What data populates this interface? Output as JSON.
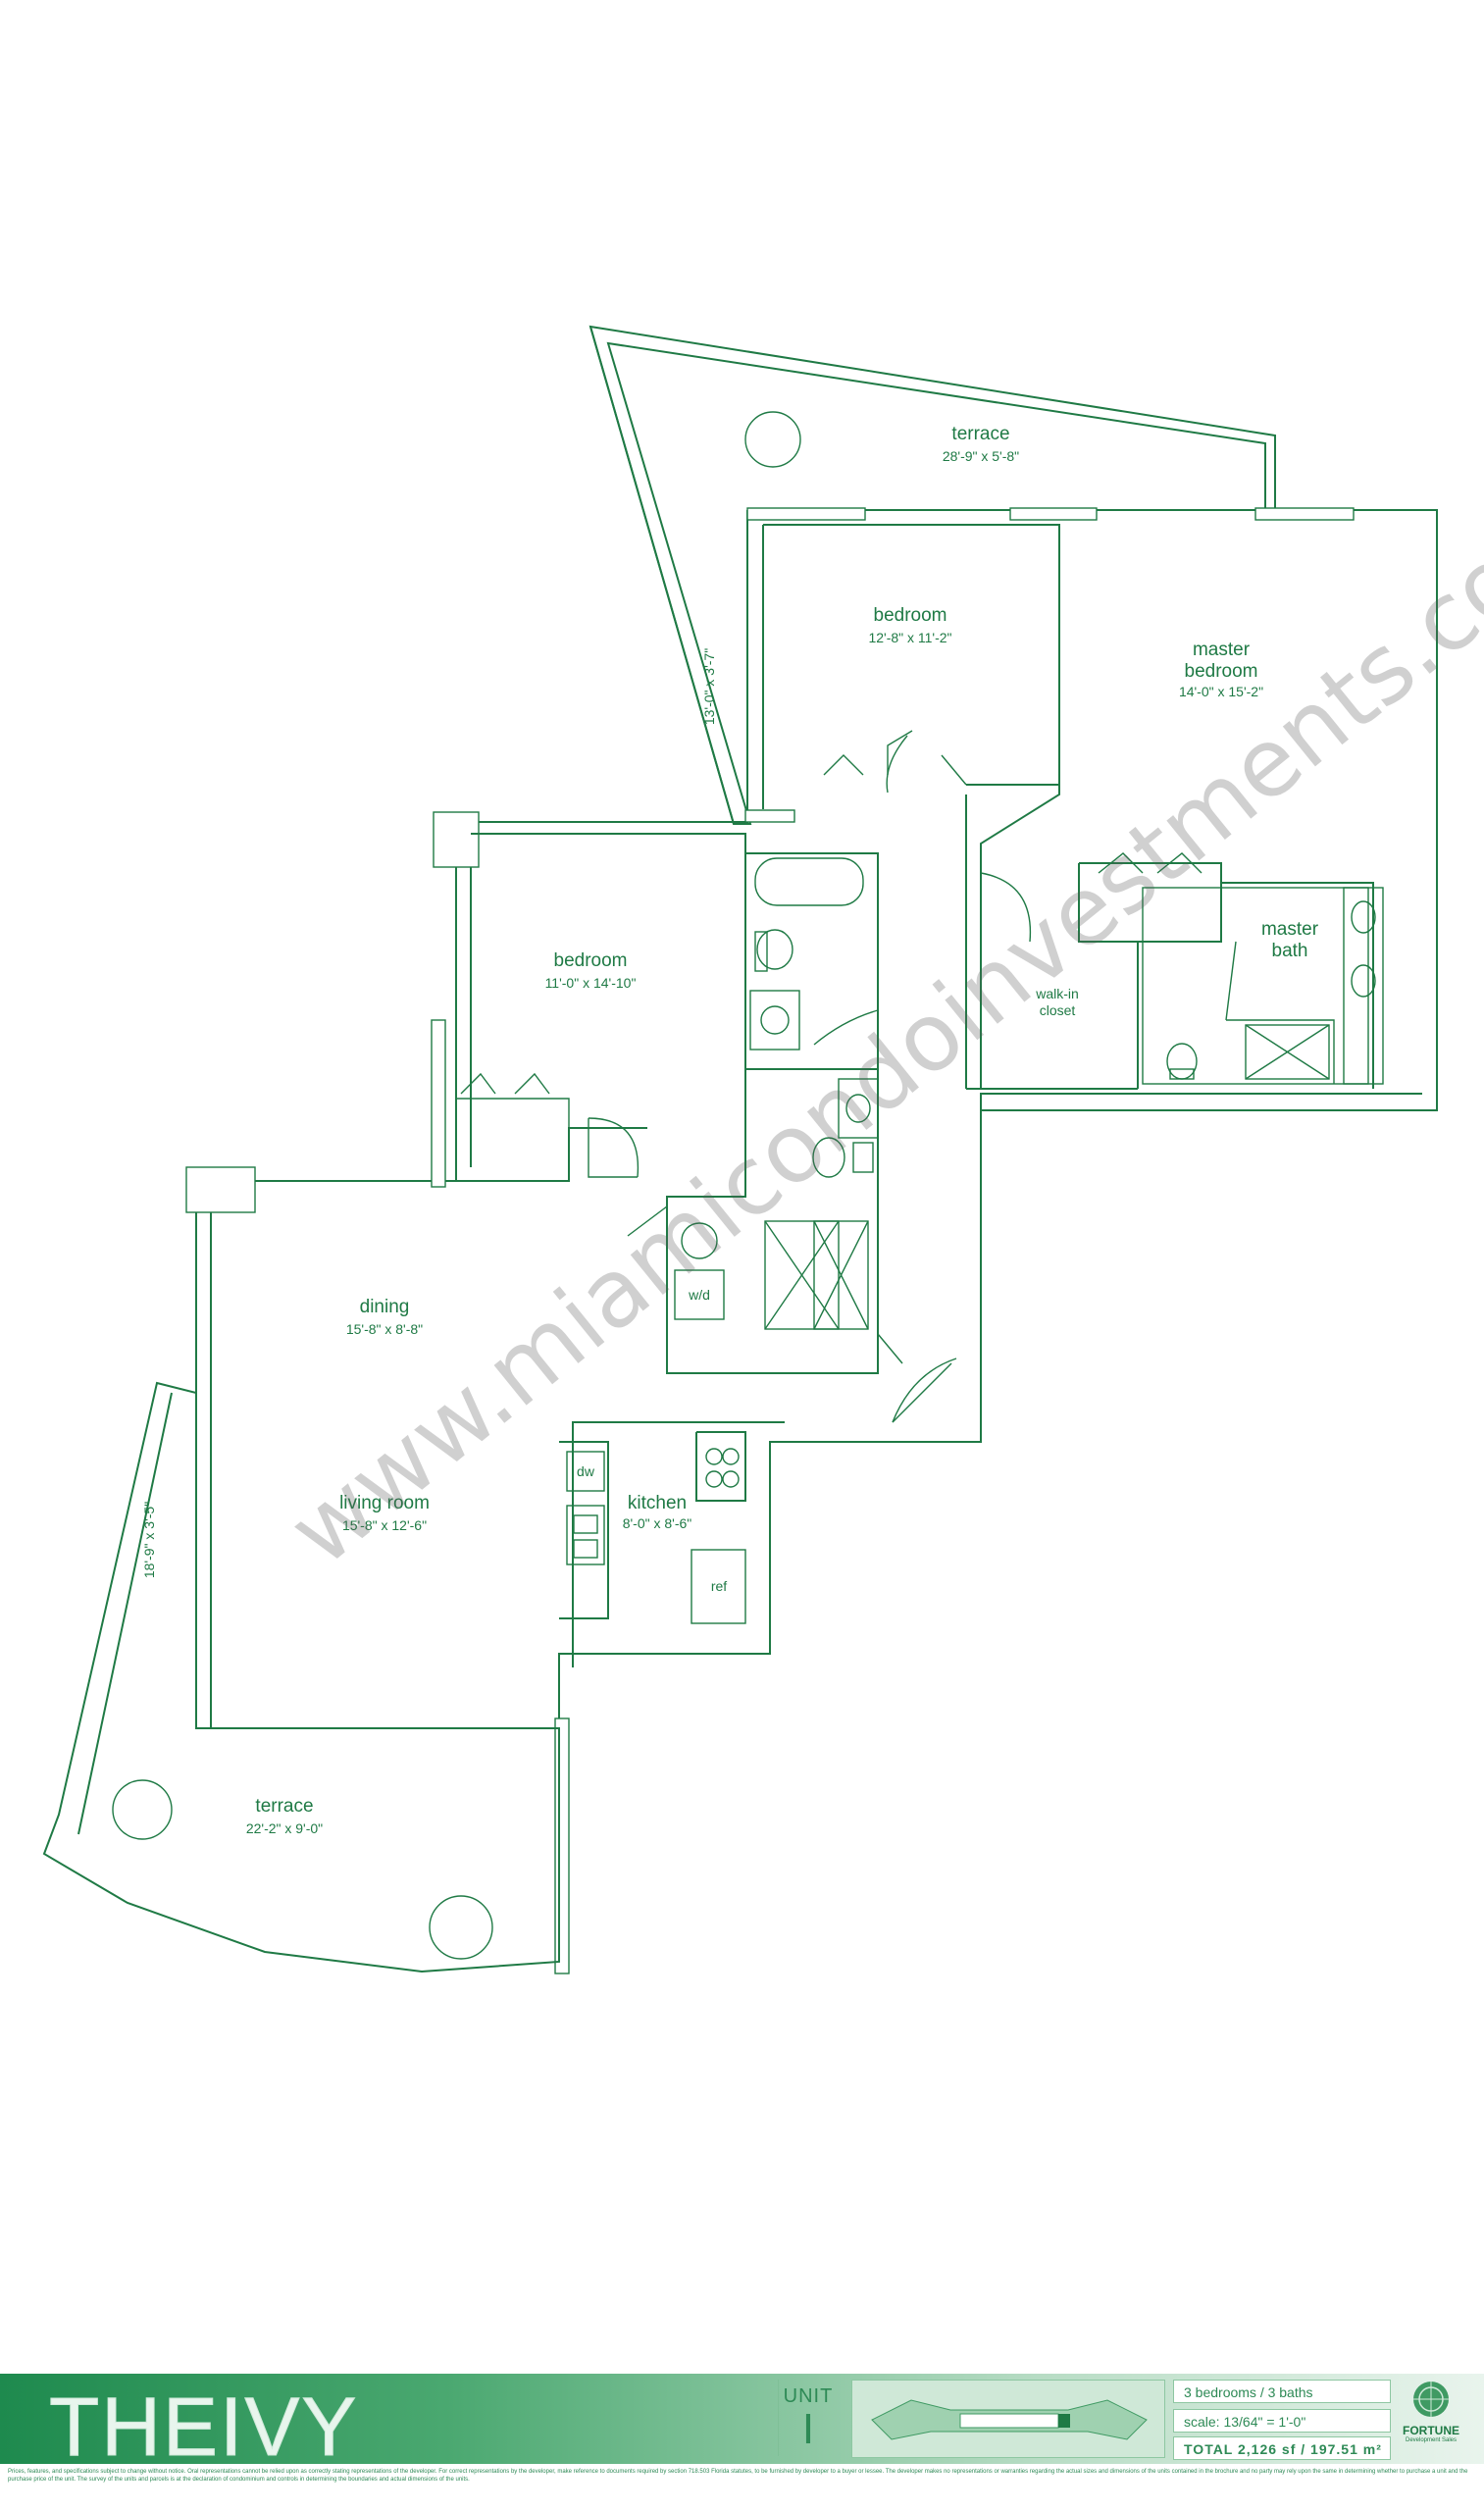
{
  "watermark": "www.miamicondoinvestments.com",
  "rooms": {
    "terrace_top": {
      "name": "terrace",
      "dims": "28'-9\" x 5'-8\""
    },
    "terrace_side_dim": "13'-0\" x 3'-7\"",
    "bedroom_top": {
      "name": "bedroom",
      "dims": "12'-8\" x 11'-2\""
    },
    "master_bedroom": {
      "name_line1": "master",
      "name_line2": "bedroom",
      "dims": "14'-0\" x 15'-2\""
    },
    "bedroom_left": {
      "name": "bedroom",
      "dims": "11'-0\" x 14'-10\""
    },
    "walk_in": {
      "line1": "walk-in",
      "line2": "closet"
    },
    "master_bath": {
      "line1": "master",
      "line2": "bath"
    },
    "washer_dryer": "w/d",
    "dining": {
      "name": "dining",
      "dims": "15'-8\" x 8'-8\""
    },
    "living": {
      "name": "living room",
      "dims": "15'-8\" x 12'-6\""
    },
    "kitchen": {
      "name": "kitchen",
      "dims": "8'-0\" x 8'-6\""
    },
    "dishwasher": "dw",
    "refrigerator": "ref",
    "terrace_bottom": {
      "name": "terrace",
      "dims": "22'-2\" x 9'-0\""
    },
    "terrace_bottom_side_dim": "18'-9\" x 3'-5\""
  },
  "footer": {
    "brand": "THEIVY",
    "unit_label": "UNIT",
    "unit_number": "I",
    "bedrooms_baths": "3 bedrooms / 3 baths",
    "scale": "scale: 13/64\" = 1'-0\"",
    "total": "TOTAL  2,126 sf / 197.51 m²",
    "logo_name": "FORTUNE",
    "logo_sub": "Development Sales",
    "disclaimer": "Prices, features, and specifications subject to change without notice. Oral representations cannot be relied upon as correctly stating representations of the developer. For correct representations by the developer, make reference to documents required by section 718.503 Florida statutes, to be furnished by developer to a buyer or lessee. The developer makes no representations or warranties regarding the actual sizes and dimensions of the units contained in the brochure and no party may rely upon the same in determining whether to purchase a unit and the purchase price of the unit. The survey of the units and parcels is at the declaration of condominium and controls in determining the boundaries and actual dimensions of the units."
  },
  "colors": {
    "plan": "#1f7a45",
    "band_start": "#1e8a4e",
    "band_end": "#e9f4ed"
  }
}
